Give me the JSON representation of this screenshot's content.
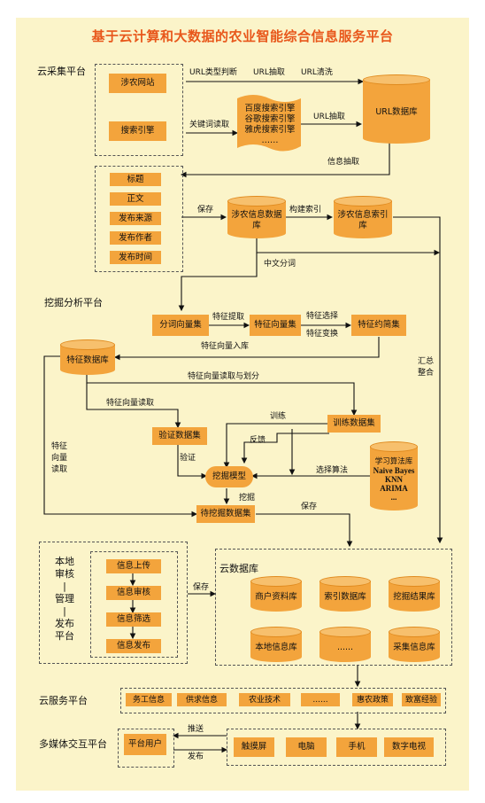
{
  "title": "基于云计算和大数据的农业智能综合信息服务平台",
  "sections": {
    "cloud_collect": "云采集平台",
    "mining": "挖掘分析平台",
    "local": [
      "本地",
      "审核",
      "|",
      "管理",
      "|",
      "发布",
      "平台"
    ],
    "cloud_db": "云数据库",
    "cloud_service": "云服务平台",
    "multimedia": "多媒体交互平台"
  },
  "collect": {
    "farm_site": "涉农网站",
    "search_engine": "搜索引擎",
    "engines": [
      "百度搜索引擎",
      "谷歌搜索引擎",
      "雅虎搜索引擎",
      "……"
    ],
    "url_db": "URL数据库",
    "url_type": "URL类型判断",
    "url_extract": "URL抽取",
    "url_clean": "URL清洗",
    "keyword_read": "关键词读取",
    "url_extract2": "URL抽取",
    "info_extract": "信息抽取"
  },
  "fields": [
    "标题",
    "正文",
    "发布来源",
    "发布作者",
    "发布时间"
  ],
  "storage": {
    "save": "保存",
    "info_db": "涉农信息数据库",
    "build_index": "构建索引",
    "index_db": "涉农信息索引库",
    "cn_seg": "中文分词",
    "summary": "汇总整合"
  },
  "mining": {
    "seg_vec": "分词向量集",
    "feat_extract": "特征提取",
    "feat_vec": "特征向量集",
    "feat_select": "特征选择",
    "feat_transform": "特征变换",
    "reduced": "特征约简集",
    "feat_store": "特征向量入库",
    "feat_db": "特征数据库",
    "read_split": "特征向量读取与划分",
    "read": "特征向量读取",
    "train": "训练",
    "train_set": "训练数据集",
    "valid_set": "验证数据集",
    "feedback": "反馈",
    "verify": "验证",
    "model": "挖掘模型",
    "select_alg": "选择算法",
    "alg_lib": [
      "学习算法库",
      "Naive Bayes",
      "KNN",
      "ARIMA",
      "..."
    ],
    "feat_read_side": [
      "特征",
      "向量",
      "读取"
    ],
    "mine": "挖掘",
    "to_mine": "待挖掘数据集",
    "save": "保存"
  },
  "local_flow": [
    "信息上传",
    "信息审核",
    "信息筛选",
    "信息发布"
  ],
  "local_save": "保存",
  "cloud_dbs": [
    "商户资料库",
    "索引数据库",
    "挖掘结果库",
    "本地信息库",
    "......",
    "采集信息库"
  ],
  "services": [
    "务工信息",
    "供求信息",
    "农业技术",
    "......",
    "惠农政策",
    "致富经验"
  ],
  "multimedia": {
    "user": "平台用户",
    "push": "推送",
    "publish": "发布",
    "devices": [
      "触摸屏",
      "电脑",
      "手机",
      "数字电视"
    ]
  }
}
